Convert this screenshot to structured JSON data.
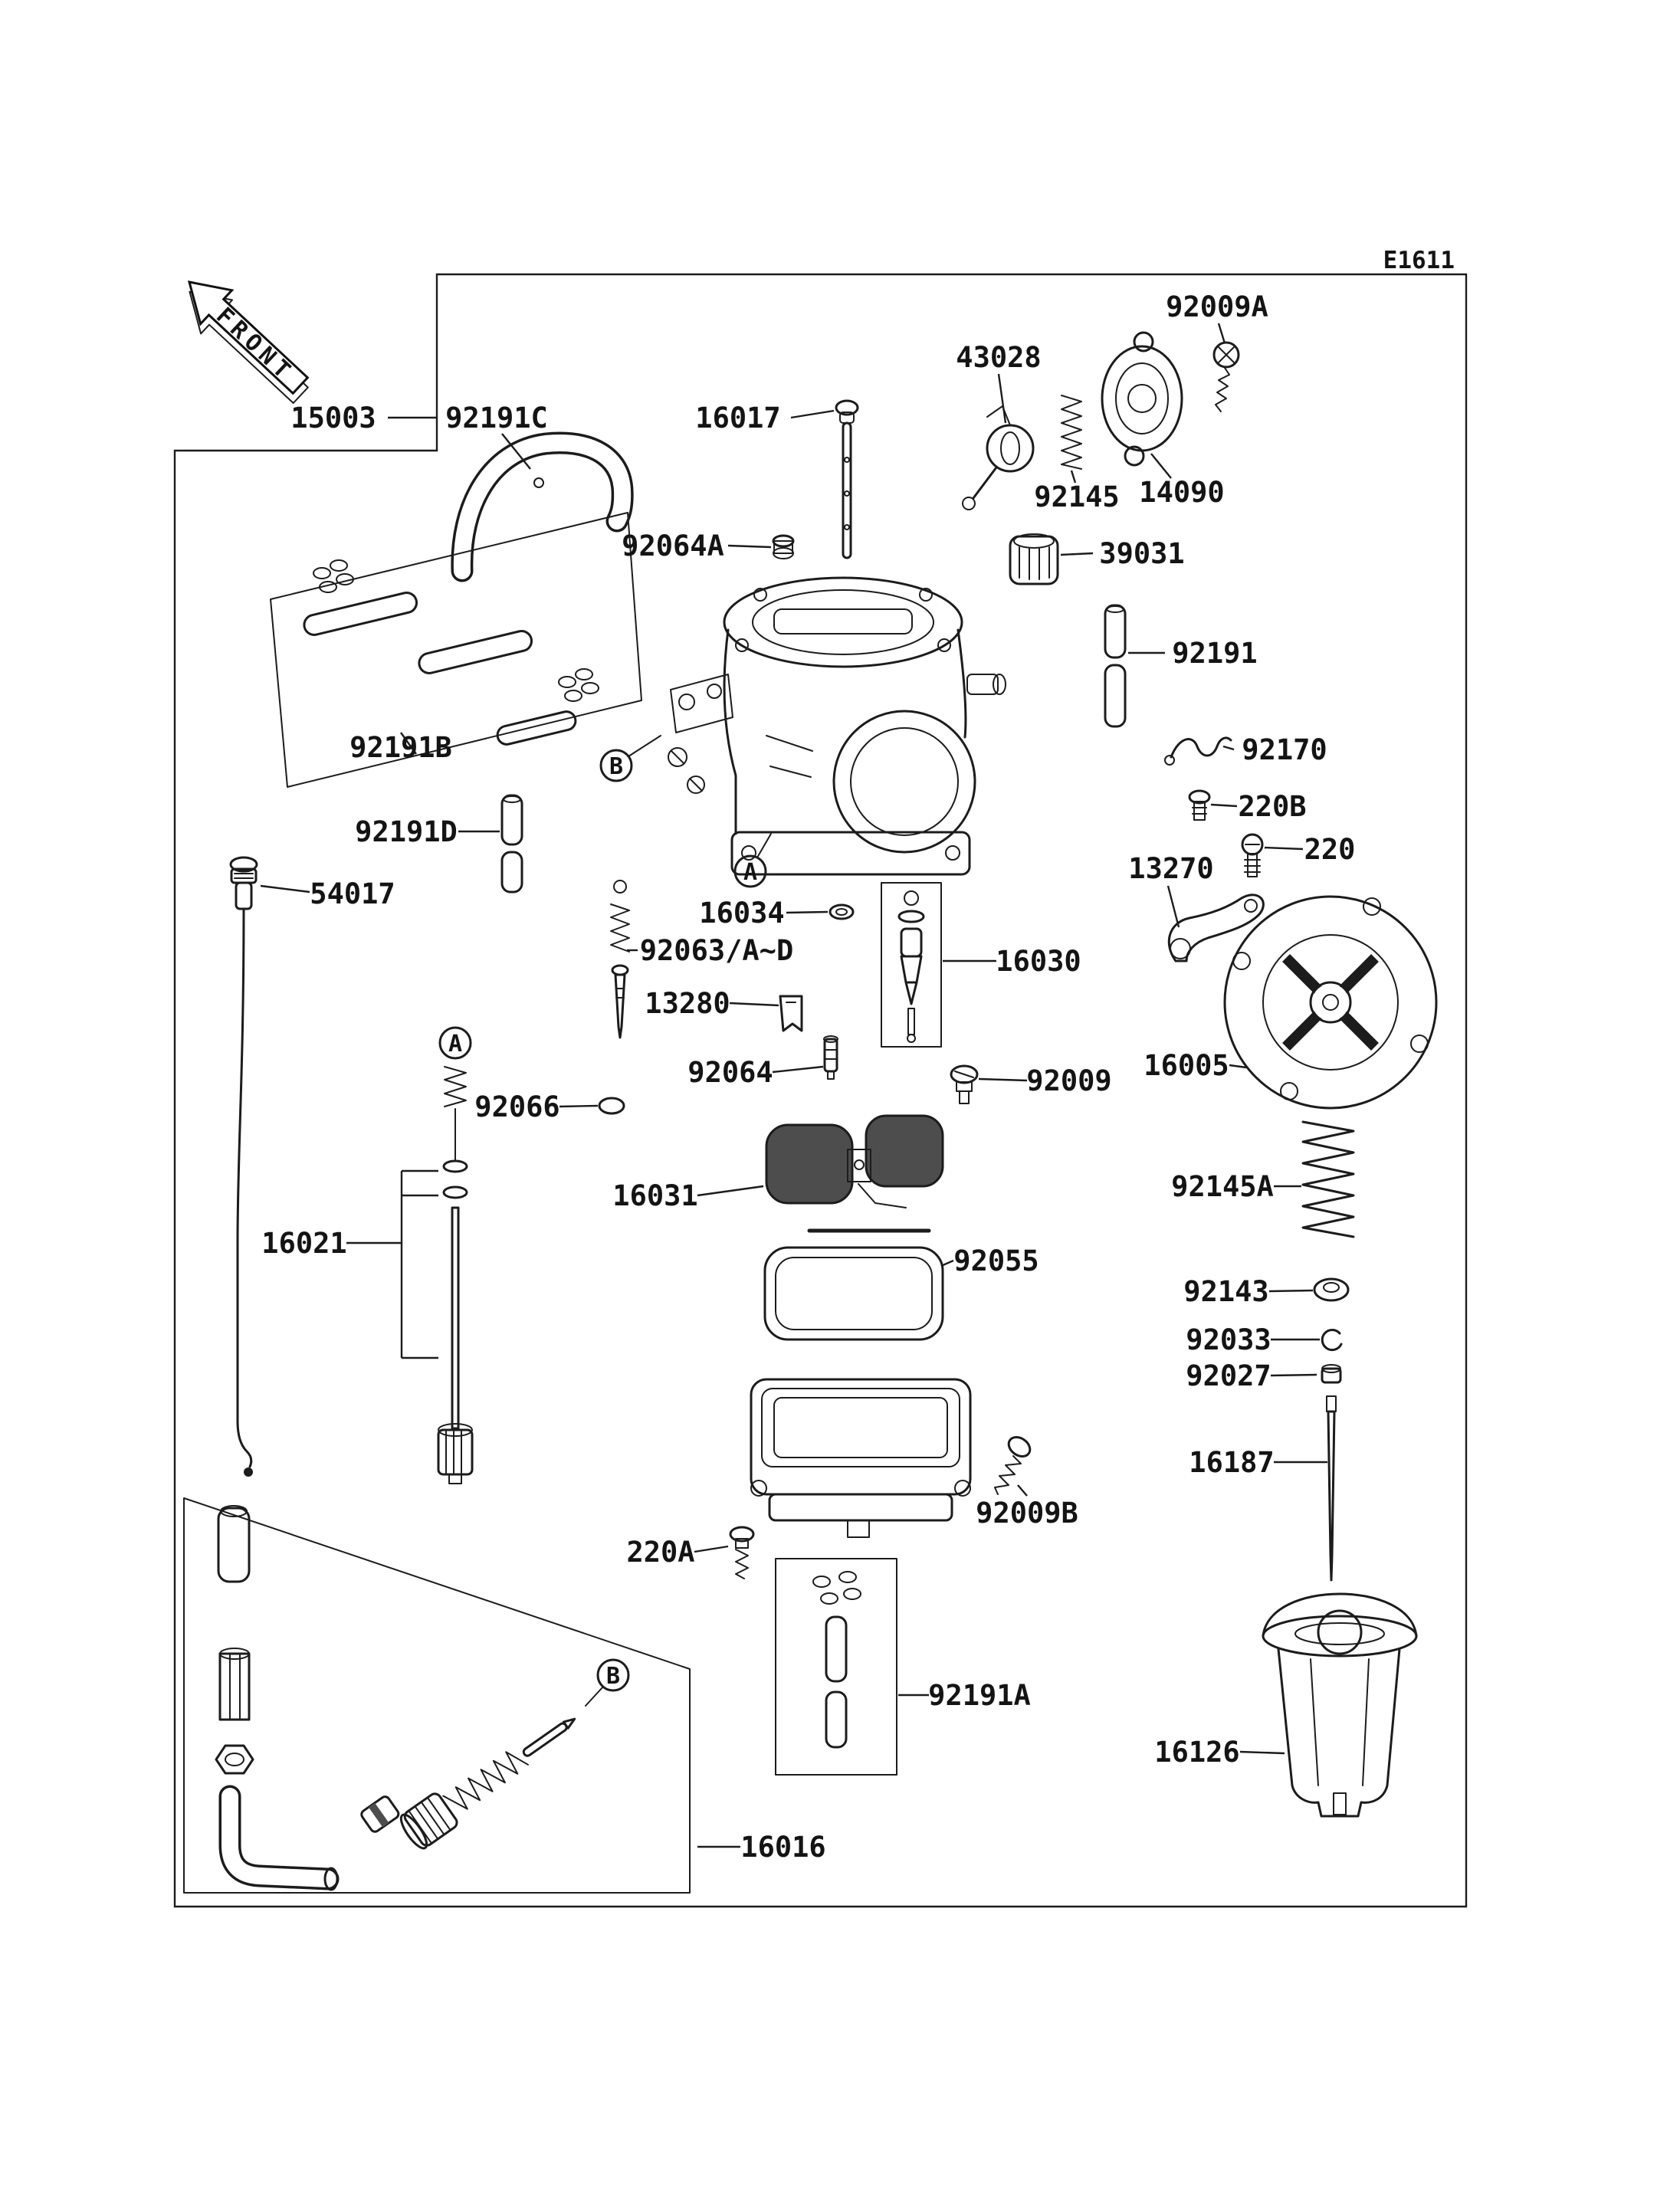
{
  "page": {
    "code": "E1611",
    "front_label": "FRONT"
  },
  "reference_markers": {
    "a": "A",
    "b": "B"
  },
  "callouts": [
    {
      "text": "15003"
    },
    {
      "text": "92191C"
    },
    {
      "text": "16017"
    },
    {
      "text": "43028"
    },
    {
      "text": "92009A"
    },
    {
      "text": "92145"
    },
    {
      "text": "14090"
    },
    {
      "text": "92064A"
    },
    {
      "text": "39031"
    },
    {
      "text": "92191"
    },
    {
      "text": "92170"
    },
    {
      "text": "220B"
    },
    {
      "text": "220"
    },
    {
      "text": "13270"
    },
    {
      "text": "92191B"
    },
    {
      "text": "92191D"
    },
    {
      "text": "54017"
    },
    {
      "text": "16034"
    },
    {
      "text": "92063/A~D"
    },
    {
      "text": "16030"
    },
    {
      "text": "13280"
    },
    {
      "text": "92064"
    },
    {
      "text": "92009"
    },
    {
      "text": "16005"
    },
    {
      "text": "92066"
    },
    {
      "text": "16031"
    },
    {
      "text": "92145A"
    },
    {
      "text": "92055"
    },
    {
      "text": "92143"
    },
    {
      "text": "92033"
    },
    {
      "text": "92027"
    },
    {
      "text": "16021"
    },
    {
      "text": "16187"
    },
    {
      "text": "92009B"
    },
    {
      "text": "220A"
    },
    {
      "text": "92191A"
    },
    {
      "text": "16126"
    },
    {
      "text": "16016"
    }
  ]
}
